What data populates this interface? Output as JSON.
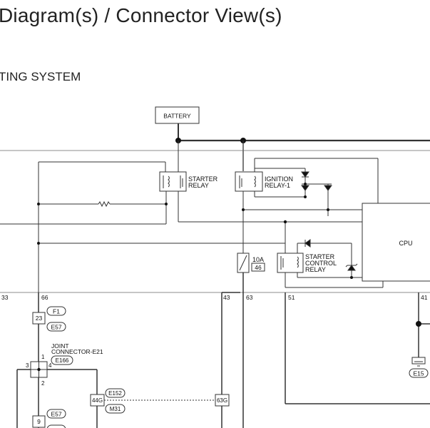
{
  "page": {
    "title": "Diagram(s) / Connector View(s)",
    "subtitle": "TING SYSTEM"
  },
  "diagram": {
    "battery": "BATTERY",
    "starter_relay": [
      "STARTER",
      "RELAY"
    ],
    "ignition_relay": [
      "IGNITION",
      "RELAY-1"
    ],
    "cpu": "CPU",
    "fuse_rating": "10A",
    "fuse_number": "46",
    "starter_control_relay": [
      "STARTER",
      "CONTROL",
      "RELAY"
    ],
    "joint_connector": [
      "JOINT",
      "CONNECTOR-E21"
    ],
    "terminals": {
      "t33": "33",
      "t66": "66",
      "t43": "43",
      "t63": "63",
      "t51": "51",
      "t41": "41",
      "t23": "23",
      "t1": "1",
      "t3": "3",
      "t4": "4",
      "t2": "2",
      "t9": "9",
      "t44g": "44G",
      "t63g": "63G"
    },
    "connectors": {
      "f1": "F1",
      "e57_top": "E57",
      "e166": "E166",
      "e152": "E152",
      "m31": "M31",
      "e57_bottom": "E57",
      "e15": "E15"
    }
  }
}
